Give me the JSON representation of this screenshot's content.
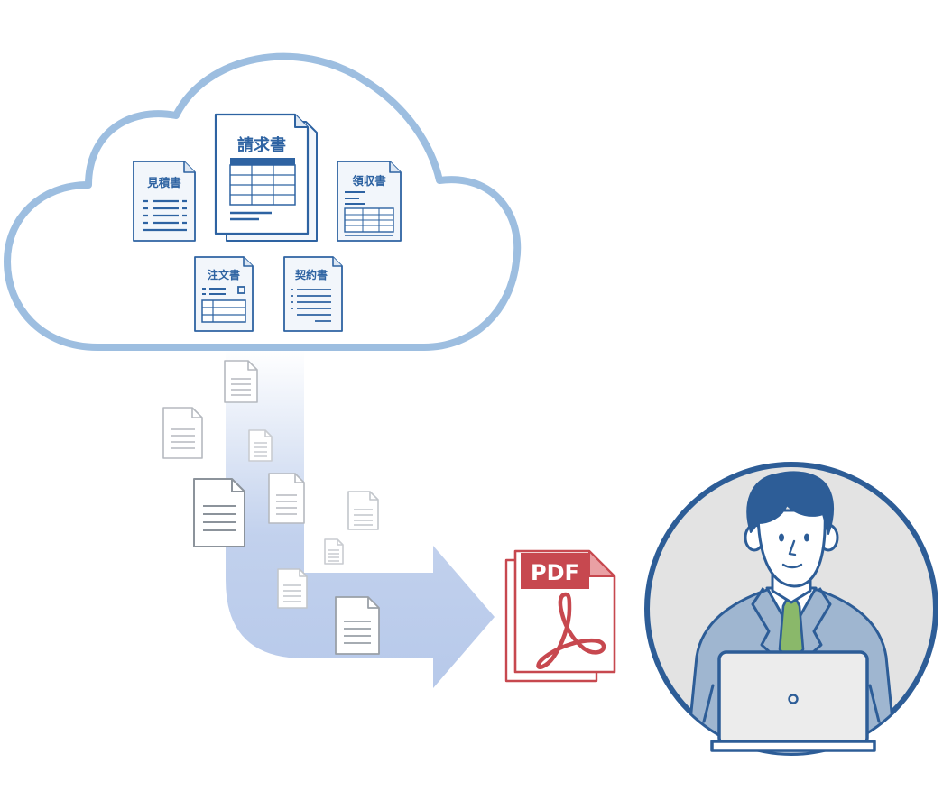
{
  "cloud_documents": {
    "invoice_label": "請求書",
    "estimate_label": "見積書",
    "receipt_label": "領収書",
    "order_label": "注文書",
    "contract_label": "契約書"
  },
  "pdf_file": {
    "label": "PDF"
  },
  "colors": {
    "cloud_outline": "#9dbee0",
    "doc_stroke": "#2e63a2",
    "doc_fill": "#f2f6fb",
    "flow_arrow": "#b7c9ea",
    "pdf_red": "#c7484f",
    "person_circle": "#2d5d97",
    "person_bg": "#e3e3e3",
    "suit": "#9fb6d0",
    "tie": "#8ab86a"
  }
}
